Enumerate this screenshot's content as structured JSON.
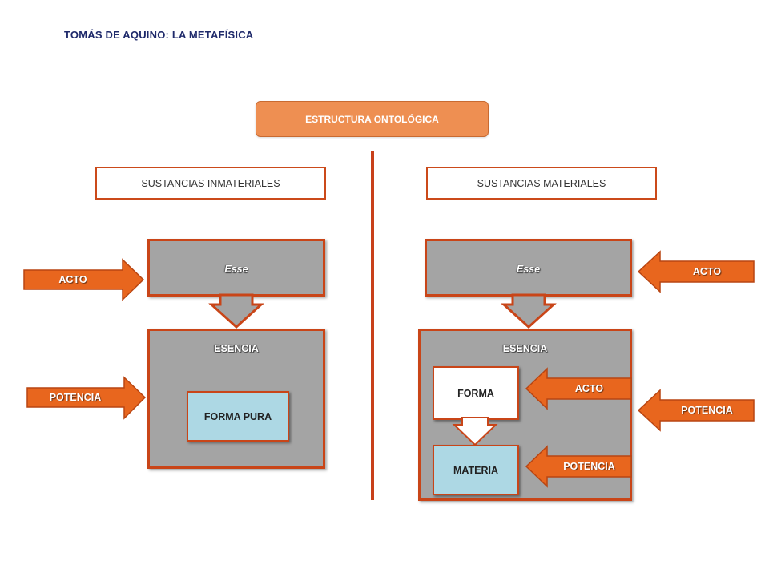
{
  "title": "TOMÁS DE AQUINO: LA METAFÍSICA",
  "structure": {
    "label": "ESTRUCTURA ONTOLÓGICA"
  },
  "left": {
    "header": "SUSTANCIAS INMATERIALES",
    "esse_label": "Esse",
    "esencia_label": "ESENCIA",
    "inner_label": "FORMA PURA",
    "acto_label": "ACTO",
    "potencia_label": "POTENCIA"
  },
  "right": {
    "header": "SUSTANCIAS MATERIALES",
    "esse_label": "Esse",
    "esencia_label": "ESENCIA",
    "forma_label": "FORMA",
    "materia_label": "MATERIA",
    "inner_acto_label": "ACTO",
    "inner_potencia_label": "POTENCIA",
    "acto_label": "ACTO",
    "potencia_label": "POTENCIA"
  },
  "colors": {
    "title": "#1f2a6b",
    "accent_orange": "#ee8f52",
    "border_red": "#c94518",
    "arrow_orange": "#e8661e",
    "box_grey": "#a4a4a4",
    "box_light_blue": "#add8e4"
  }
}
